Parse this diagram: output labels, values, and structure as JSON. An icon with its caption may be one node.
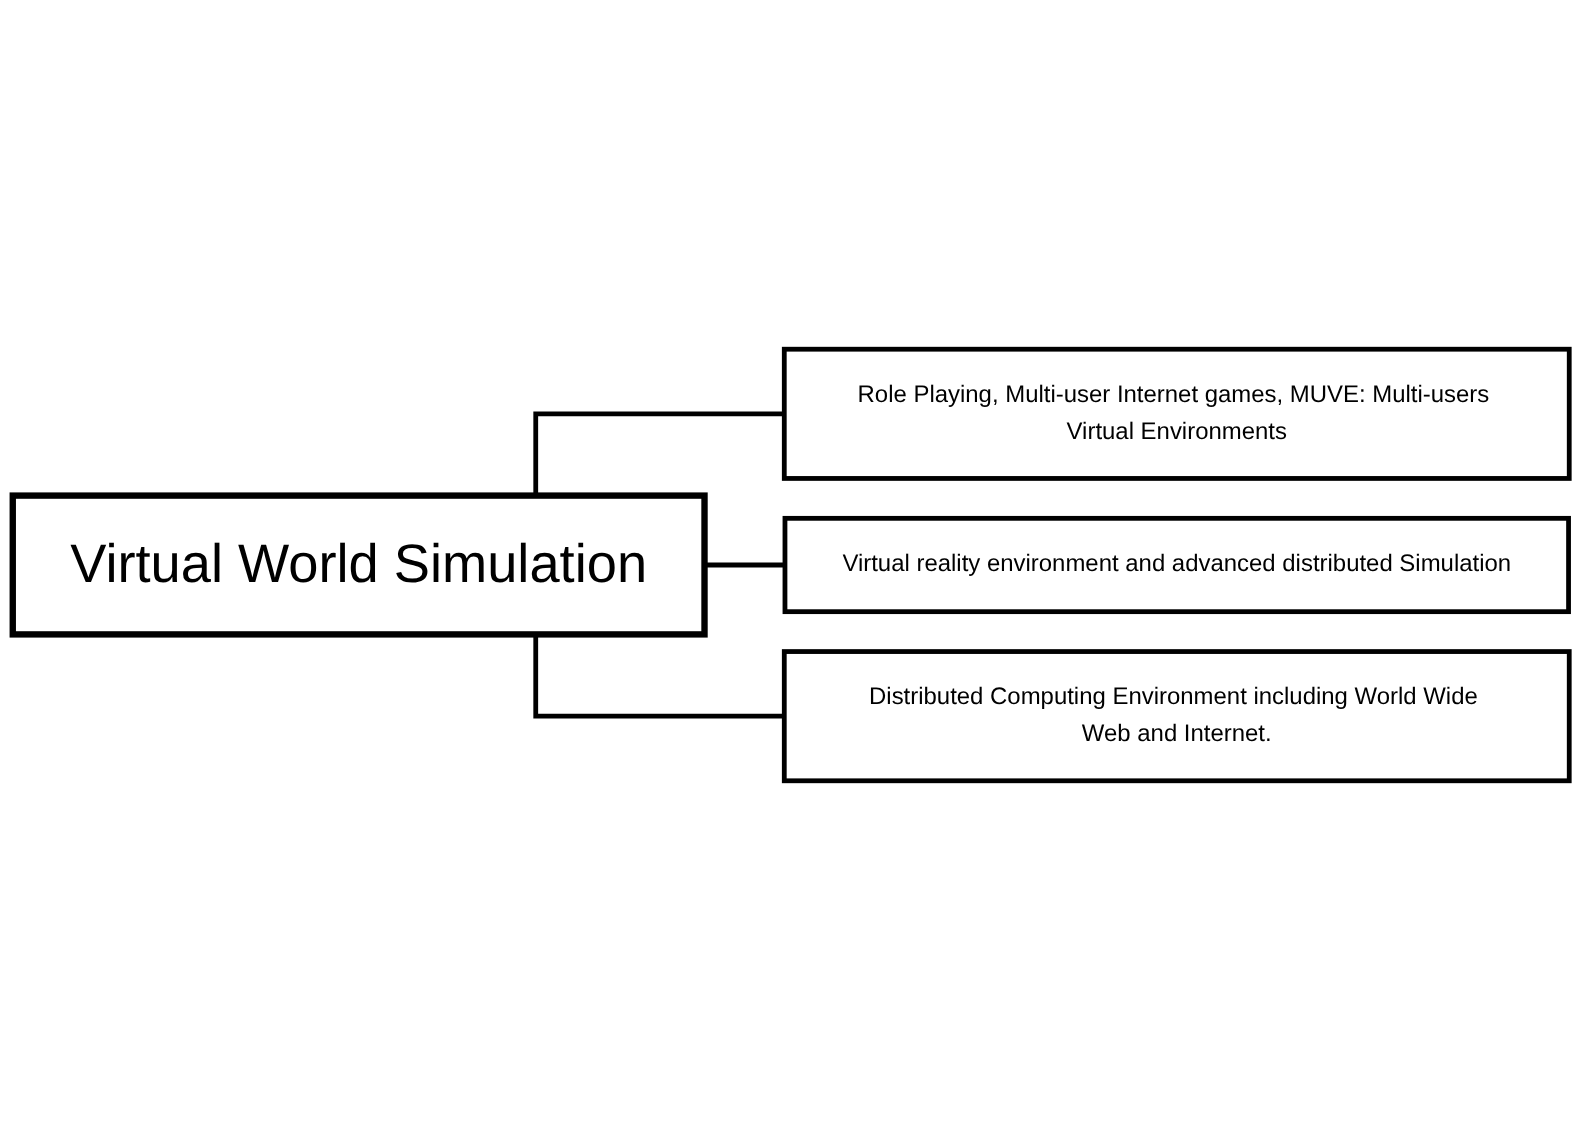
{
  "diagram": {
    "nodes": [
      {
        "text": [
          "Virtual World Simulation"
        ]
      },
      {
        "text": [
          "Role Playing, Multi-user Internet games, MUVE: Multi-users Virtual Environments"
        ]
      },
      {
        "text": [
          "Virtual reality environment and advanced distributed Simulation"
        ]
      },
      {
        "text": [
          "Distributed Computing Environment including World Wide Web and Internet."
        ]
      }
    ],
    "edges": [
      {
        "from": 0,
        "to": 1,
        "arrow": "none"
      },
      {
        "from": 0,
        "to": 2,
        "arrow": "none"
      },
      {
        "from": 0,
        "to": 3,
        "arrow": "none"
      }
    ]
  }
}
